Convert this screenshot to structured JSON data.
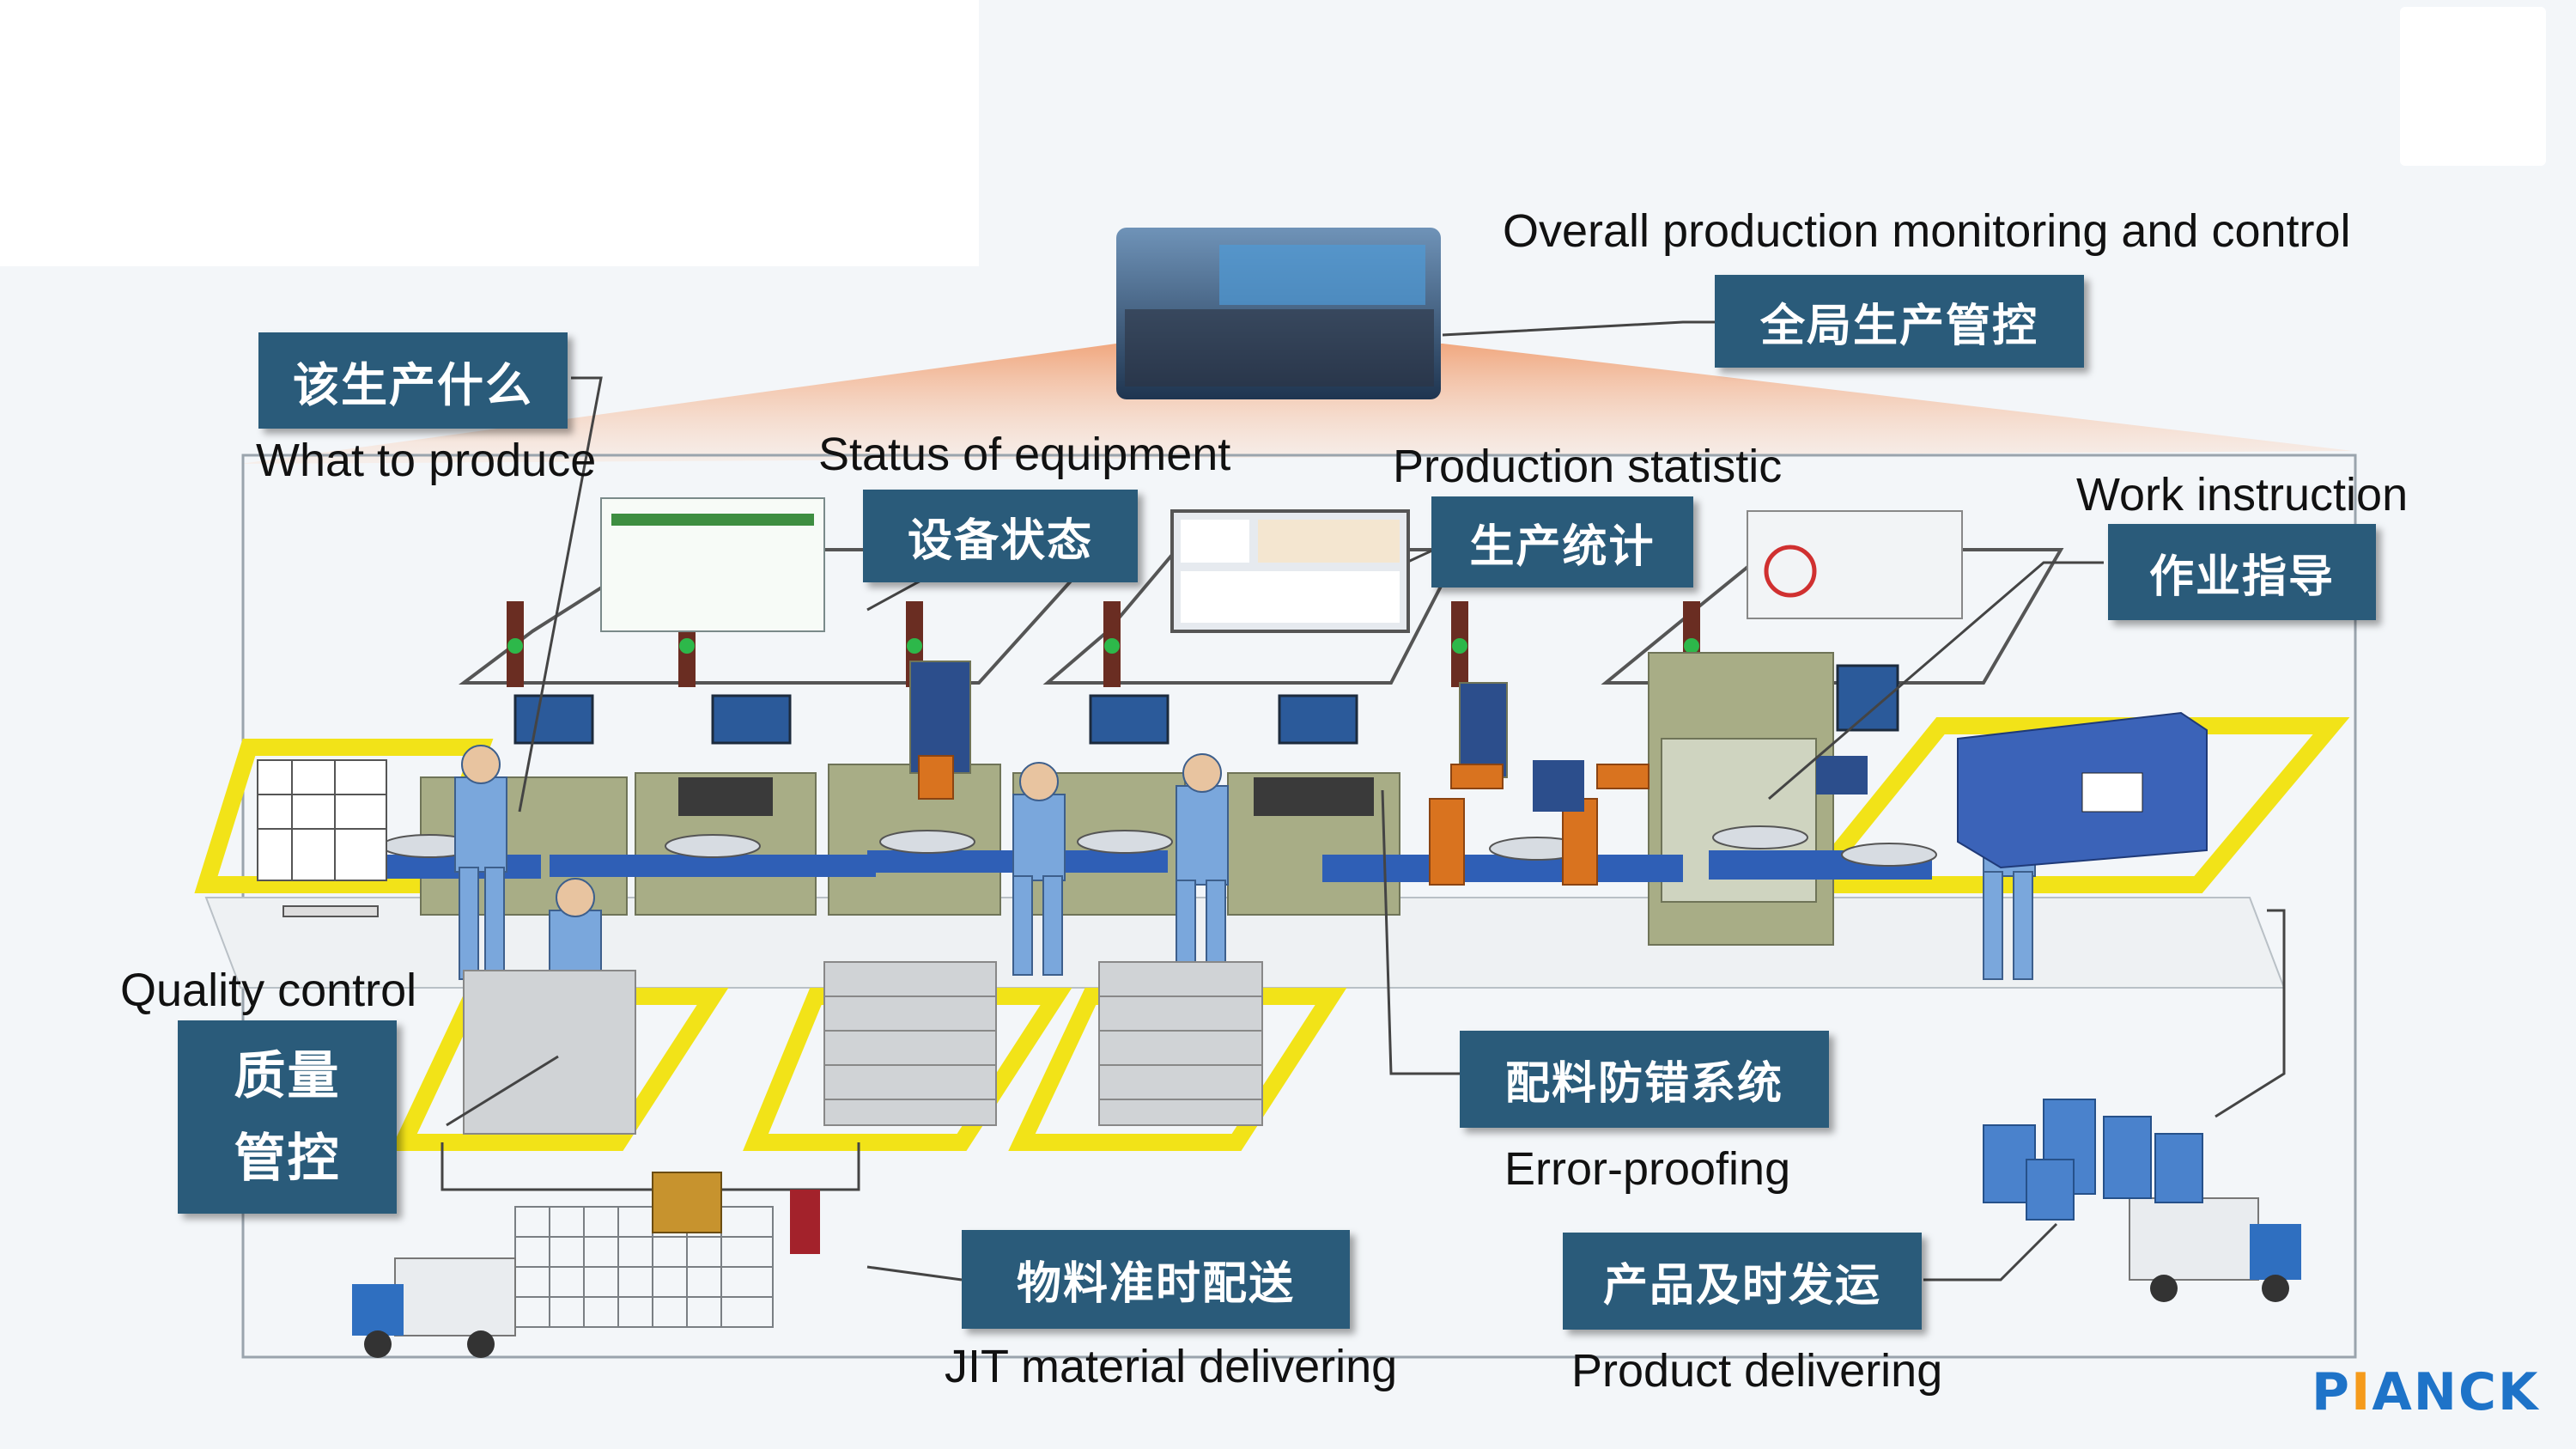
{
  "labels": {
    "overall": {
      "cn": "全局生产管控",
      "en": "Overall production monitoring and control"
    },
    "what": {
      "cn": "该生产什么",
      "en": "What to produce"
    },
    "equipment": {
      "cn": "设备状态",
      "en": "Status of equipment"
    },
    "statistic": {
      "cn": "生产统计",
      "en": "Production statistic"
    },
    "instruction": {
      "cn": "作业指导",
      "en": "Work instruction"
    },
    "quality": {
      "cn1": "质量",
      "cn2": "管控",
      "en": "Quality control"
    },
    "errorproof": {
      "cn": "配料防错系统",
      "en": "Error-proofing"
    },
    "jit": {
      "cn": "物料准时配送",
      "en": "JIT material delivering"
    },
    "product": {
      "cn": "产品及时发运",
      "en": "Product delivering"
    }
  },
  "logo": {
    "a": "P",
    "b": "I",
    "c": "ANCK"
  },
  "colors": {
    "label_bg": "#2a5b7a",
    "zone_yellow": "#f2e318",
    "conveyor_blue": "#2f5fb6",
    "worker_blue": "#7aa7dc",
    "robot_orange": "#d9731f"
  }
}
